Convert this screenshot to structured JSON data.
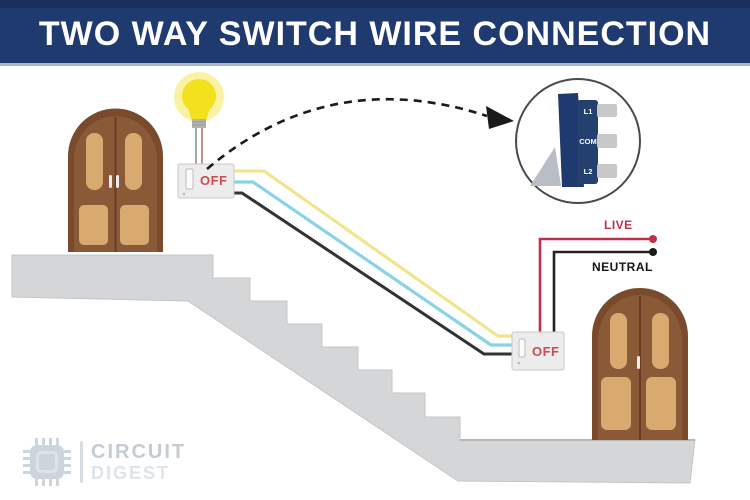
{
  "header": {
    "title": "TWO WAY SWITCH WIRE CONNECTION",
    "bg_color": "#1e3a6e"
  },
  "diagram": {
    "bulb": {
      "name": "light-bulb-on",
      "glow_color": "#f9f2a2",
      "bulb_color": "#f2e11c"
    },
    "switch_top": {
      "label": "OFF"
    },
    "switch_bottom": {
      "label": "OFF"
    },
    "labels": {
      "live": "LIVE",
      "neutral": "NEUTRAL"
    },
    "inset": {
      "terminals": [
        "L1",
        "COM",
        "L2"
      ],
      "body_color": "#1e3a6e"
    },
    "wire_colors": {
      "live_red": "#c13049",
      "neutral_black": "#222222",
      "traveler_yellow": "#f1e48c",
      "traveler_blue": "#8ad3e6",
      "traveler_black": "#333333"
    },
    "structure_colors": {
      "stairs_gray": "#d5d6d8",
      "door_brown": "#8a5a38",
      "door_panel_tan": "#d8aa70"
    }
  },
  "logo": {
    "line1": "CIRCUIT",
    "line2": "DIGEST"
  }
}
